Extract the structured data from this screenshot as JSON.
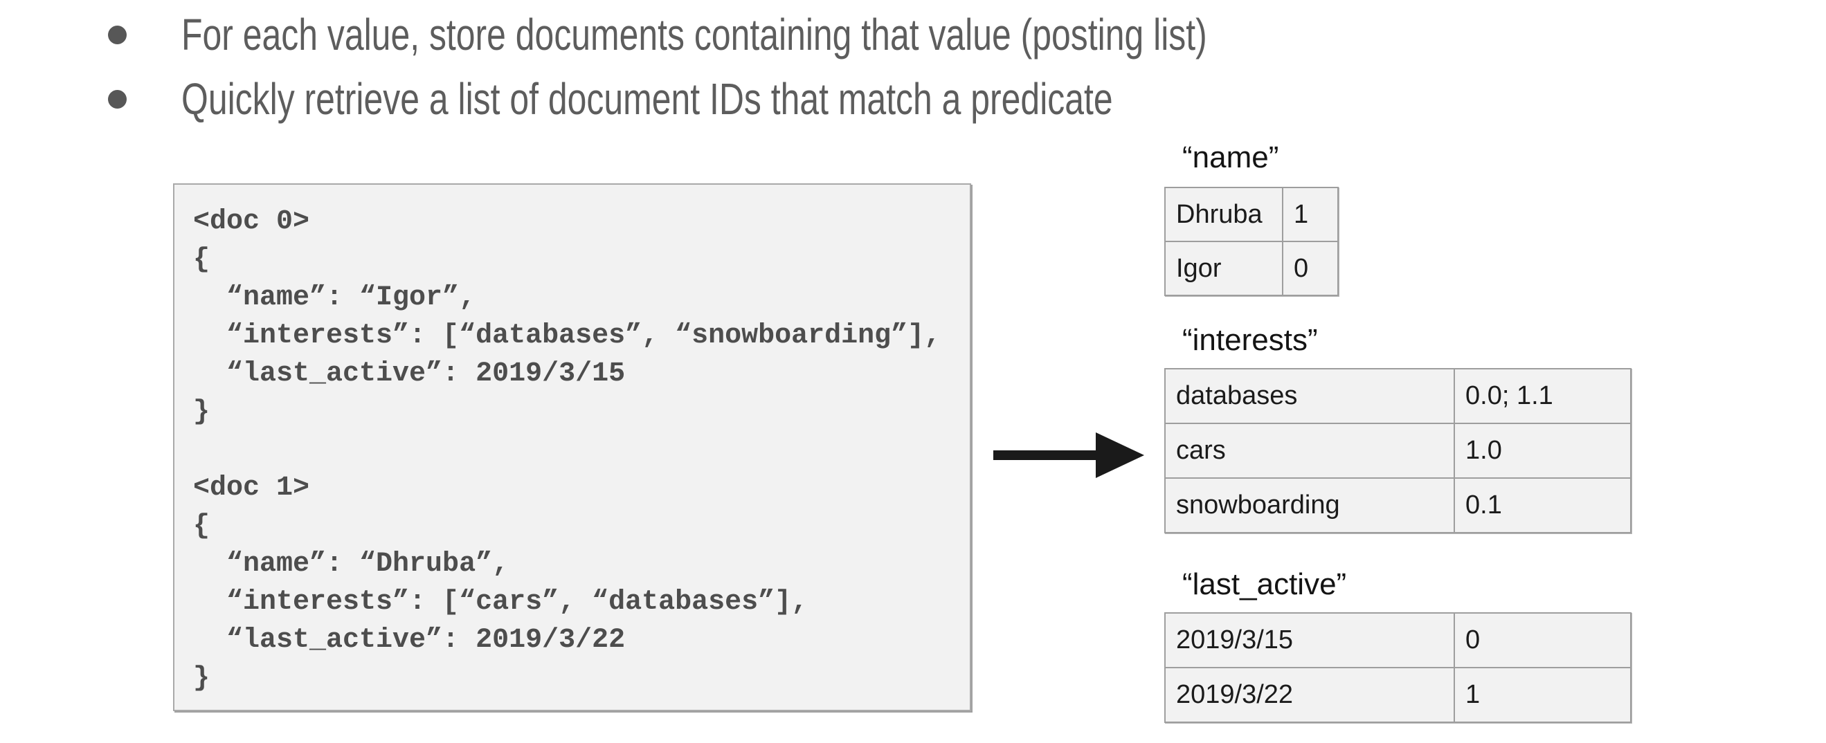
{
  "slide": {
    "bullets": [
      "For each value, store documents containing that value (posting list)",
      "Quickly retrieve a list of document IDs that match a predicate"
    ],
    "document_store": {
      "code_lines": [
        "<doc 0>",
        "{",
        "  “name”: “Igor”,",
        "  “interests”: [“databases”, “snowboarding”],",
        "  “last_active”: 2019/3/15",
        "}",
        "",
        "<doc 1>",
        "{",
        "  “name”: “Dhruba”,",
        "  “interests”: [“cars”, “databases”],",
        "  “last_active”: 2019/3/22",
        "}"
      ]
    },
    "arrow": {
      "direction": "right",
      "color": "#1a1a1a"
    },
    "index_tables": [
      {
        "label": "“name”",
        "rows": [
          [
            "Dhruba",
            "1"
          ],
          [
            "Igor",
            "0"
          ]
        ]
      },
      {
        "label": "“interests”",
        "rows": [
          [
            "databases",
            "0.0; 1.1"
          ],
          [
            "cars",
            "1.0"
          ],
          [
            "snowboarding",
            "0.1"
          ]
        ]
      },
      {
        "label": "“last_active”",
        "rows": [
          [
            "2019/3/15",
            "0"
          ],
          [
            "2019/3/22",
            "1"
          ]
        ]
      }
    ],
    "colors": {
      "background": "#ffffff",
      "bullet_text": "#5d5d5d",
      "code_text": "#4d4d4d",
      "panel_bg": "#f2f2f2",
      "panel_border": "#a9a9a9",
      "table_border": "#9e9e9e",
      "label_text": "#141414",
      "cell_text": "#1b1b1b",
      "arrow": "#1a1a1a"
    }
  }
}
